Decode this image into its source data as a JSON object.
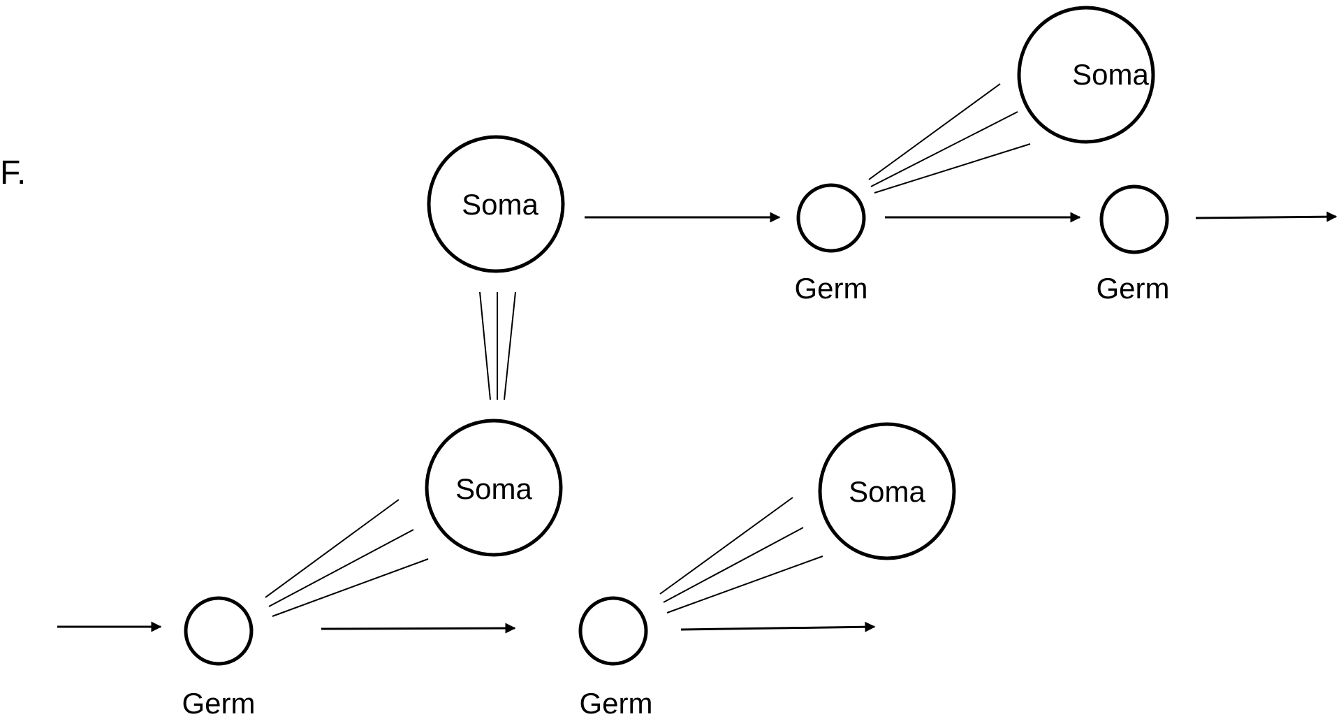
{
  "panel_label": "F.",
  "nodes": {
    "soma_top": "Soma",
    "soma_upper_right": "Soma",
    "soma_middle": "Soma",
    "soma_lower_right": "Soma",
    "germ_top_1": "Germ",
    "germ_top_2": "Germ",
    "germ_bottom_1": "Germ",
    "germ_bottom_2": "Germ"
  },
  "colors": {
    "stroke": "#000000",
    "background": "#ffffff"
  }
}
